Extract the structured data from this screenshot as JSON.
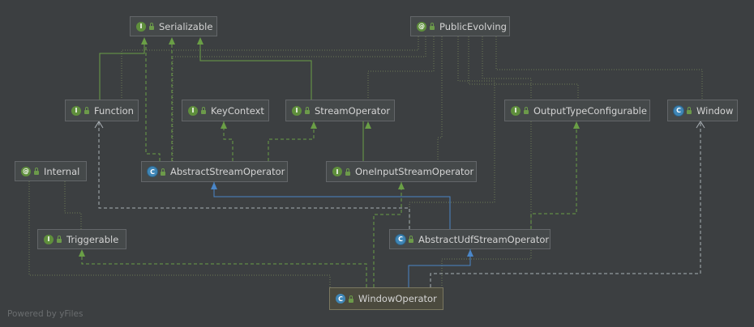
{
  "diagram": {
    "nodes": {
      "serializable": {
        "label": "Serializable",
        "kind": "interface",
        "badge": "I"
      },
      "public_evolving": {
        "label": "PublicEvolving",
        "kind": "annotation",
        "badge": "@"
      },
      "function": {
        "label": "Function",
        "kind": "interface",
        "badge": "I"
      },
      "key_context": {
        "label": "KeyContext",
        "kind": "interface",
        "badge": "I"
      },
      "stream_operator": {
        "label": "StreamOperator",
        "kind": "interface",
        "badge": "I"
      },
      "output_type_configurable": {
        "label": "OutputTypeConfigurable",
        "kind": "interface",
        "badge": "I"
      },
      "window": {
        "label": "Window",
        "kind": "abstract-class",
        "badge": "C"
      },
      "internal": {
        "label": "Internal",
        "kind": "annotation",
        "badge": "@"
      },
      "abstract_stream_operator": {
        "label": "AbstractStreamOperator",
        "kind": "abstract-class",
        "badge": "C"
      },
      "one_input_stream_operator": {
        "label": "OneInputStreamOperator",
        "kind": "interface",
        "badge": "I"
      },
      "triggerable": {
        "label": "Triggerable",
        "kind": "interface",
        "badge": "I"
      },
      "abstract_udf_stream_operator": {
        "label": "AbstractUdfStreamOperator",
        "kind": "abstract-class",
        "badge": "C"
      },
      "window_operator": {
        "label": "WindowOperator",
        "kind": "class",
        "badge": "C"
      }
    },
    "edge_colors": {
      "extends": "#4a86c8",
      "implements": "#6a9f46",
      "annotation": "#6d7a55"
    }
  },
  "watermark": "Powered by yFiles"
}
